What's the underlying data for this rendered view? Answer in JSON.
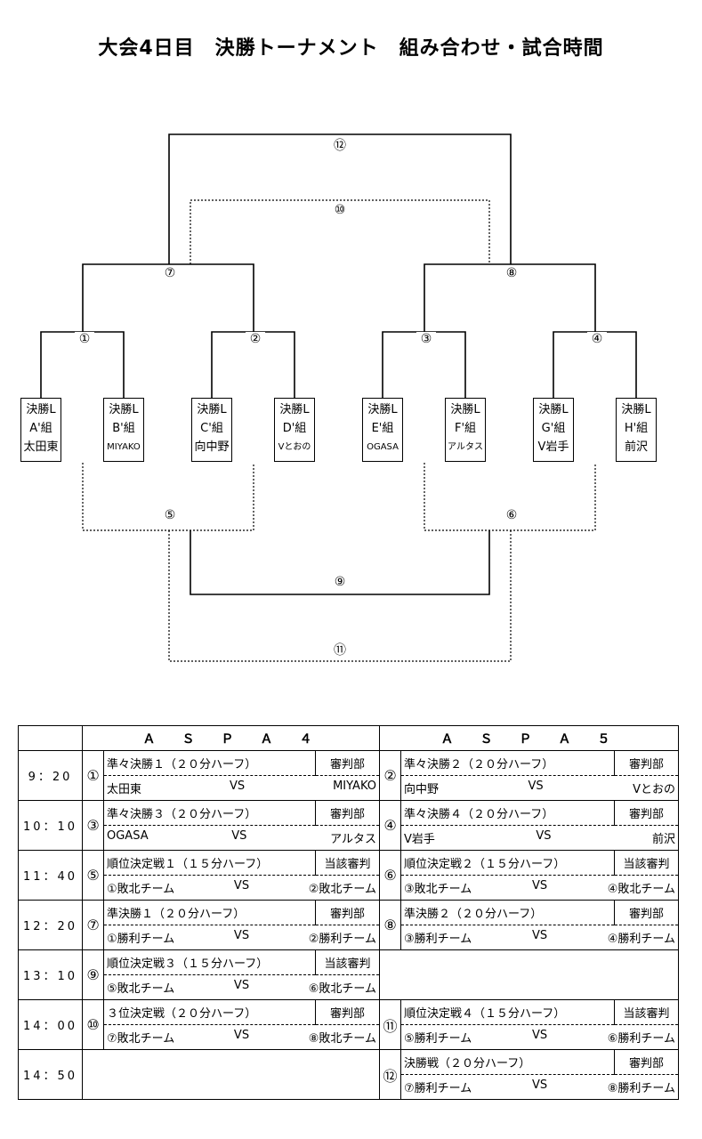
{
  "title": "大会4日目　決勝トーナメント　組み合わせ・試合時間",
  "bracket": {
    "matches": {
      "m1": "①",
      "m2": "②",
      "m3": "③",
      "m4": "④",
      "m5": "⑤",
      "m6": "⑥",
      "m7": "⑦",
      "m8": "⑧",
      "m9": "⑨",
      "m10": "⑩",
      "m11": "⑪",
      "m12": "⑫"
    },
    "teams": [
      {
        "line1": "決勝L",
        "line2": "A'組",
        "line3": "太田東"
      },
      {
        "line1": "決勝L",
        "line2": "B'組",
        "line3": "MIYAKO"
      },
      {
        "line1": "決勝L",
        "line2": "C'組",
        "line3": "向中野"
      },
      {
        "line1": "決勝L",
        "line2": "D'組",
        "line3": "Vとおの"
      },
      {
        "line1": "決勝L",
        "line2": "E'組",
        "line3": "OGASA"
      },
      {
        "line1": "決勝L",
        "line2": "F'組",
        "line3": "アルタス"
      },
      {
        "line1": "決勝L",
        "line2": "G'組",
        "line3": "V岩手"
      },
      {
        "line1": "決勝L",
        "line2": "H'組",
        "line3": "前沢"
      }
    ]
  },
  "schedule": {
    "venues": [
      "Ａ　Ｓ　Ｐ　Ａ　４",
      "Ａ　Ｓ　Ｐ　Ａ　５"
    ],
    "rows": [
      {
        "time": "9：20",
        "a": {
          "num": "①",
          "title": "準々決勝１（２０分ハーフ）",
          "ref": "審判部",
          "home": "太田東",
          "vs": "VS",
          "away": "MIYAKO"
        },
        "b": {
          "num": "②",
          "title": "準々決勝２（２０分ハーフ）",
          "ref": "審判部",
          "home": "向中野",
          "vs": "VS",
          "away": "Vとおの"
        }
      },
      {
        "time": "10：10",
        "a": {
          "num": "③",
          "title": "準々決勝３（２０分ハーフ）",
          "ref": "審判部",
          "home": "OGASA",
          "vs": "VS",
          "away": "アルタス"
        },
        "b": {
          "num": "④",
          "title": "準々決勝４（２０分ハーフ）",
          "ref": "審判部",
          "home": "V岩手",
          "vs": "VS",
          "away": "前沢"
        }
      },
      {
        "time": "11：40",
        "a": {
          "num": "⑤",
          "title": "順位決定戦１（１５分ハーフ）",
          "ref": "当該審判",
          "home": "①敗北チーム",
          "vs": "VS",
          "away": "②敗北チーム"
        },
        "b": {
          "num": "⑥",
          "title": "順位決定戦２（１５分ハーフ）",
          "ref": "当該審判",
          "home": "③敗北チーム",
          "vs": "VS",
          "away": "④敗北チーム"
        }
      },
      {
        "time": "12：20",
        "a": {
          "num": "⑦",
          "title": "準決勝１（２０分ハーフ）",
          "ref": "審判部",
          "home": "①勝利チーム",
          "vs": "VS",
          "away": "②勝利チーム"
        },
        "b": {
          "num": "⑧",
          "title": "準決勝２（２０分ハーフ）",
          "ref": "審判部",
          "home": "③勝利チーム",
          "vs": "VS",
          "away": "④勝利チーム"
        }
      },
      {
        "time": "13：10",
        "a": {
          "num": "⑨",
          "title": "順位決定戦３（１５分ハーフ）",
          "ref": "当該審判",
          "home": "⑤敗北チーム",
          "vs": "VS",
          "away": "⑥敗北チーム"
        },
        "b": null
      },
      {
        "time": "14：00",
        "a": {
          "num": "⑩",
          "title": "３位決定戦（２０分ハーフ）",
          "ref": "審判部",
          "home": "⑦敗北チーム",
          "vs": "VS",
          "away": "⑧敗北チーム"
        },
        "b": {
          "num": "⑪",
          "title": "順位決定戦４（１５分ハーフ）",
          "ref": "当該審判",
          "home": "⑤勝利チーム",
          "vs": "VS",
          "away": "⑥勝利チーム"
        }
      },
      {
        "time": "14：50",
        "a": null,
        "b": {
          "num": "⑫",
          "title": "決勝戦（２０分ハーフ）",
          "ref": "審判部",
          "home": "⑦勝利チーム",
          "vs": "VS",
          "away": "⑧勝利チーム"
        }
      }
    ]
  }
}
